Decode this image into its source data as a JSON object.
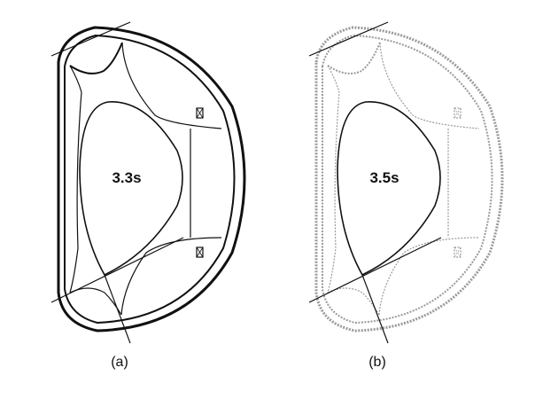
{
  "figure": {
    "panels": [
      {
        "label": "(a)",
        "time": "3.3s"
      },
      {
        "label": "(b)",
        "time": "3.5s"
      }
    ],
    "colors": {
      "ink": "#111111",
      "faint": "#9a9a9a"
    }
  }
}
